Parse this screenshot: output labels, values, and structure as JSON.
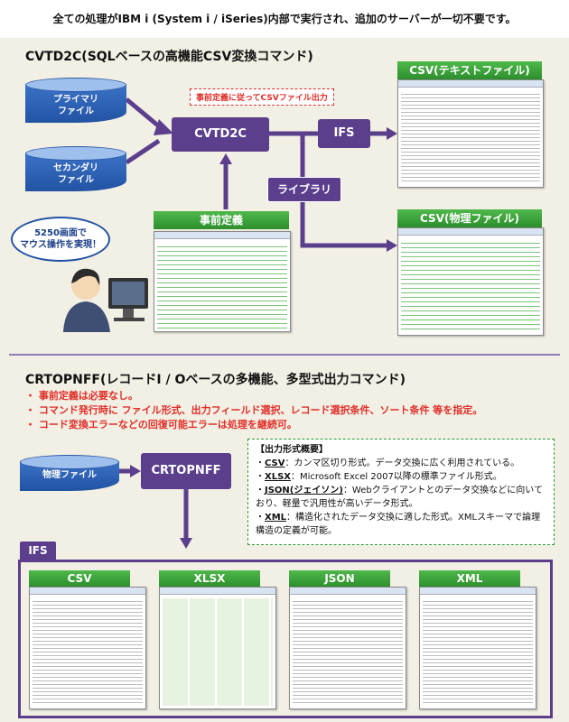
{
  "header": {
    "text": "全ての処理がIBM i (System i / iSeries)内部で実行され、追加のサーバーが一切不要です。"
  },
  "cvtd2c": {
    "title": "CVTD2C(SQLベースの高機能CSV変換コマンド)",
    "primary_file": "プライマリ\nファイル",
    "secondary_file": "セカンダリ\nファイル",
    "command_label": "CVTD2C",
    "note": "事前定義に従ってCSVファイル出力",
    "ifs_label": "IFS",
    "library_label": "ライブラリ",
    "predefinition_label": "事前定義",
    "csv_text_label": "CSV(テキストファイル)",
    "csv_physical_label": "CSV(物理ファイル)",
    "bubble_text": "5250画面で\nマウス操作を実現！"
  },
  "crtopnff": {
    "title": "CRTOPNFF(レコードI / Oベースの多機能、多型式出力コマンド)",
    "bullets": [
      "事前定義は必要なし。",
      "コマンド発行時に ファイル形式、出力フィールド選択、レコード選択条件、ソート条件 等を指定。",
      "コード変換エラーなどの回復可能エラーは処理を継続可。"
    ],
    "physical_file": "物理ファイル",
    "command_label": "CRTOPNFF",
    "ifs_label": "IFS",
    "formats_heading": "【出力形式概要】",
    "formats": [
      {
        "name": "CSV",
        "desc": "：カンマ区切り形式。データ交換に広く利用されている。"
      },
      {
        "name": "XLSX",
        "desc": "：Microsoft Excel 2007以降の標準ファイル形式。"
      },
      {
        "name": "JSON(ジェイソン)",
        "desc": "：Webクライアントとのデータ交換などに向いており、軽量で汎用性が高いデータ形式。"
      },
      {
        "name": "XML",
        "desc": "：構造化されたデータ交換に適した形式。XMLスキーマで論理構造の定義が可能。"
      }
    ],
    "output_tabs": [
      "CSV",
      "XLSX",
      "JSON",
      "XML"
    ]
  }
}
